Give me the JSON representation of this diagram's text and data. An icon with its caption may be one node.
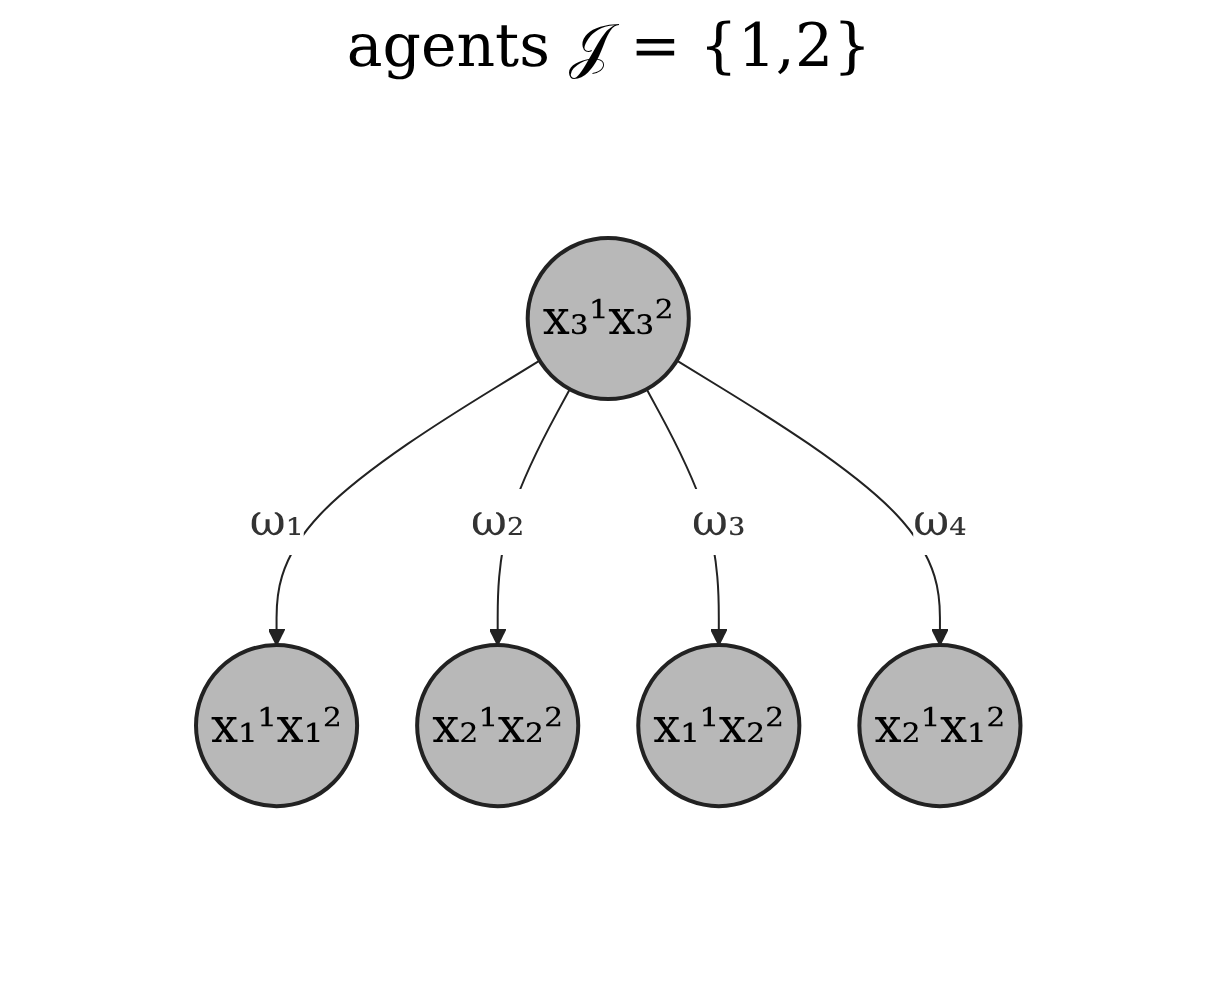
{
  "diagram": {
    "title": "agents 𝒥 = {1,2}",
    "nodes": [
      {
        "text": [
          "x₃¹x₃²"
        ]
      },
      {
        "text": [
          "x₁¹x₁²"
        ]
      },
      {
        "text": [
          "x₂¹x₂²"
        ]
      },
      {
        "text": [
          "x₁¹x₂²"
        ]
      },
      {
        "text": [
          "x₂¹x₁²"
        ]
      }
    ],
    "edges": [
      {
        "from": 0,
        "to": 1,
        "arrow": "to",
        "label": "ω₁"
      },
      {
        "from": 0,
        "to": 2,
        "arrow": "to",
        "label": "ω₂"
      },
      {
        "from": 0,
        "to": 3,
        "arrow": "to",
        "label": "ω₃"
      },
      {
        "from": 0,
        "to": 4,
        "arrow": "to",
        "label": "ω₄"
      }
    ]
  }
}
